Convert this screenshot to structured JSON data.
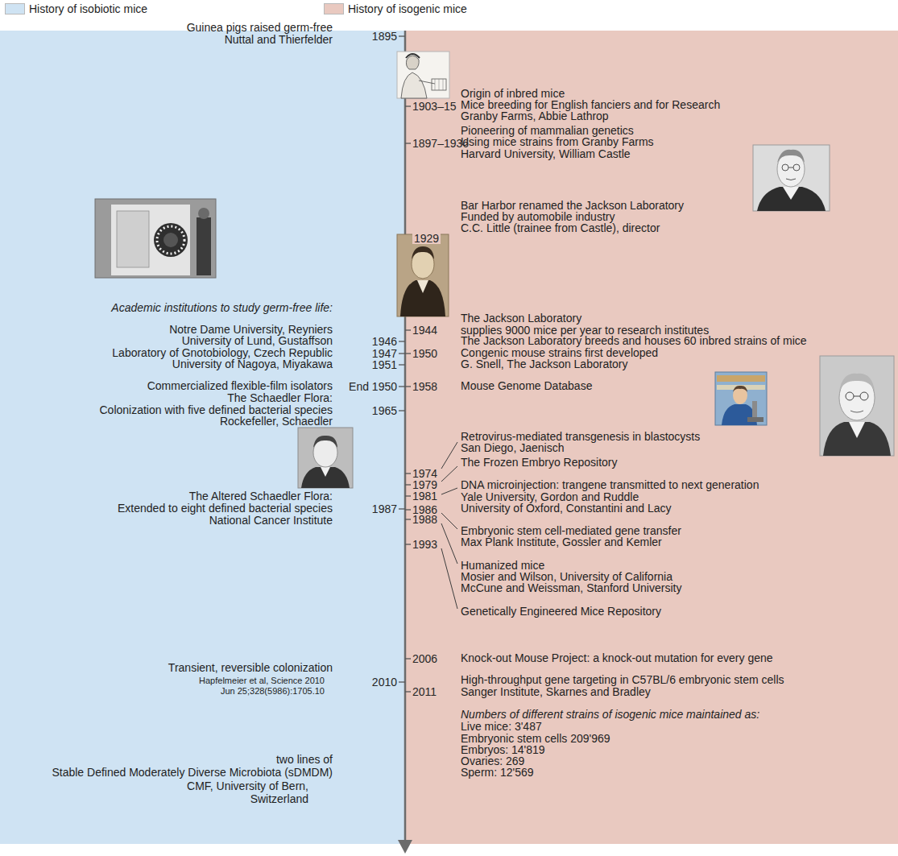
{
  "diagram": {
    "nodes": [
      {
        "text": [
          "Guinea pigs raised germ-free",
          "Nuttal and Thierfelder",
          "Academic institutions to study germ-free life:",
          "Notre Dame University, Reyniers",
          "University of Lund, Gustaffson",
          "Laboratory of Gnotobiology, Czech Republic",
          "University of Nagoya, Miyakawa",
          "Commercialized flexible-film isolators",
          "The Schaedler Flora:",
          "Colonization with five defined bacterial species",
          "Rockefeller, Schaedler",
          "The Altered Schaedler Flora:",
          "Extended to eight defined bacterial species",
          "National Cancer Institute",
          "Transient, reversible colonization",
          "Hapfelmeier et al, Science 2010",
          "Jun 25;328(5986):1705.10",
          "two lines of",
          "Stable Defined Moderately Diverse Microbiota (sDMDM)",
          "CMF, University of Bern,",
          "Switzerland"
        ]
      },
      {
        "text": [
          "Origin of inbred mice",
          "Mice breeding for English fanciers and for Research",
          "Granby Farms, Abbie Lathrop",
          "Pioneering of mammalian genetics",
          "Using mice strains from Granby Farms",
          "Harvard University, William Castle",
          "Bar Harbor renamed the Jackson Laboratory",
          "Funded by automobile industry",
          "C.C. Little (trainee from Castle), director",
          "The Jackson Laboratory",
          "supplies 9000 mice per year to research institutes",
          "The Jackson Laboratory breeds and houses 60 inbred strains of mice",
          "Congenic mouse strains first developed",
          "G. Snell, The Jackson Laboratory",
          "Mouse Genome Database",
          "Retrovirus-mediated transgenesis in blastocysts",
          "San Diego, Jaenisch",
          "The Frozen Embryo Repository",
          "DNA microinjection: trangene transmitted to next generation",
          "Yale University, Gordon and Ruddle",
          "University of Oxford, Constantini and Lacy",
          "Embryonic stem cell-mediated gene transfer",
          "Max Plank Institute, Gossler and Kemler",
          "Humanized mice",
          "Mosier and Wilson, University of California",
          "McCune and Weissman, Stanford University",
          "Genetically Engineered Mice Repository",
          "Knock-out Mouse Project: a knock-out mutation for every gene",
          "High-throughput gene targeting in C57BL/6 embryonic stem cells",
          "Sanger Institute, Skarnes and Bradley",
          "Numbers of different strains of isogenic mice maintained as:",
          "Live mice: 3'487",
          "Embryonic stem cells 209'969",
          "Embryos: 14'819",
          "Ovaries: 269",
          "Sperm: 12'569"
        ]
      }
    ],
    "labels": [
      "1895",
      "1903–15",
      "1897–1936",
      "1929",
      "1944",
      "1946",
      "1947",
      "1950",
      "1951",
      "End 1950",
      "1958",
      "1965",
      "1974",
      "1979",
      "1981",
      "1987",
      "1986",
      "1988",
      "1993",
      "2006",
      "2010",
      "2011"
    ],
    "legend": [
      {
        "text": "History of isobiotic mice",
        "color": "#cfe3f3"
      },
      {
        "text": "History of isogenic mice",
        "color": "#e9c9c0"
      }
    ]
  }
}
